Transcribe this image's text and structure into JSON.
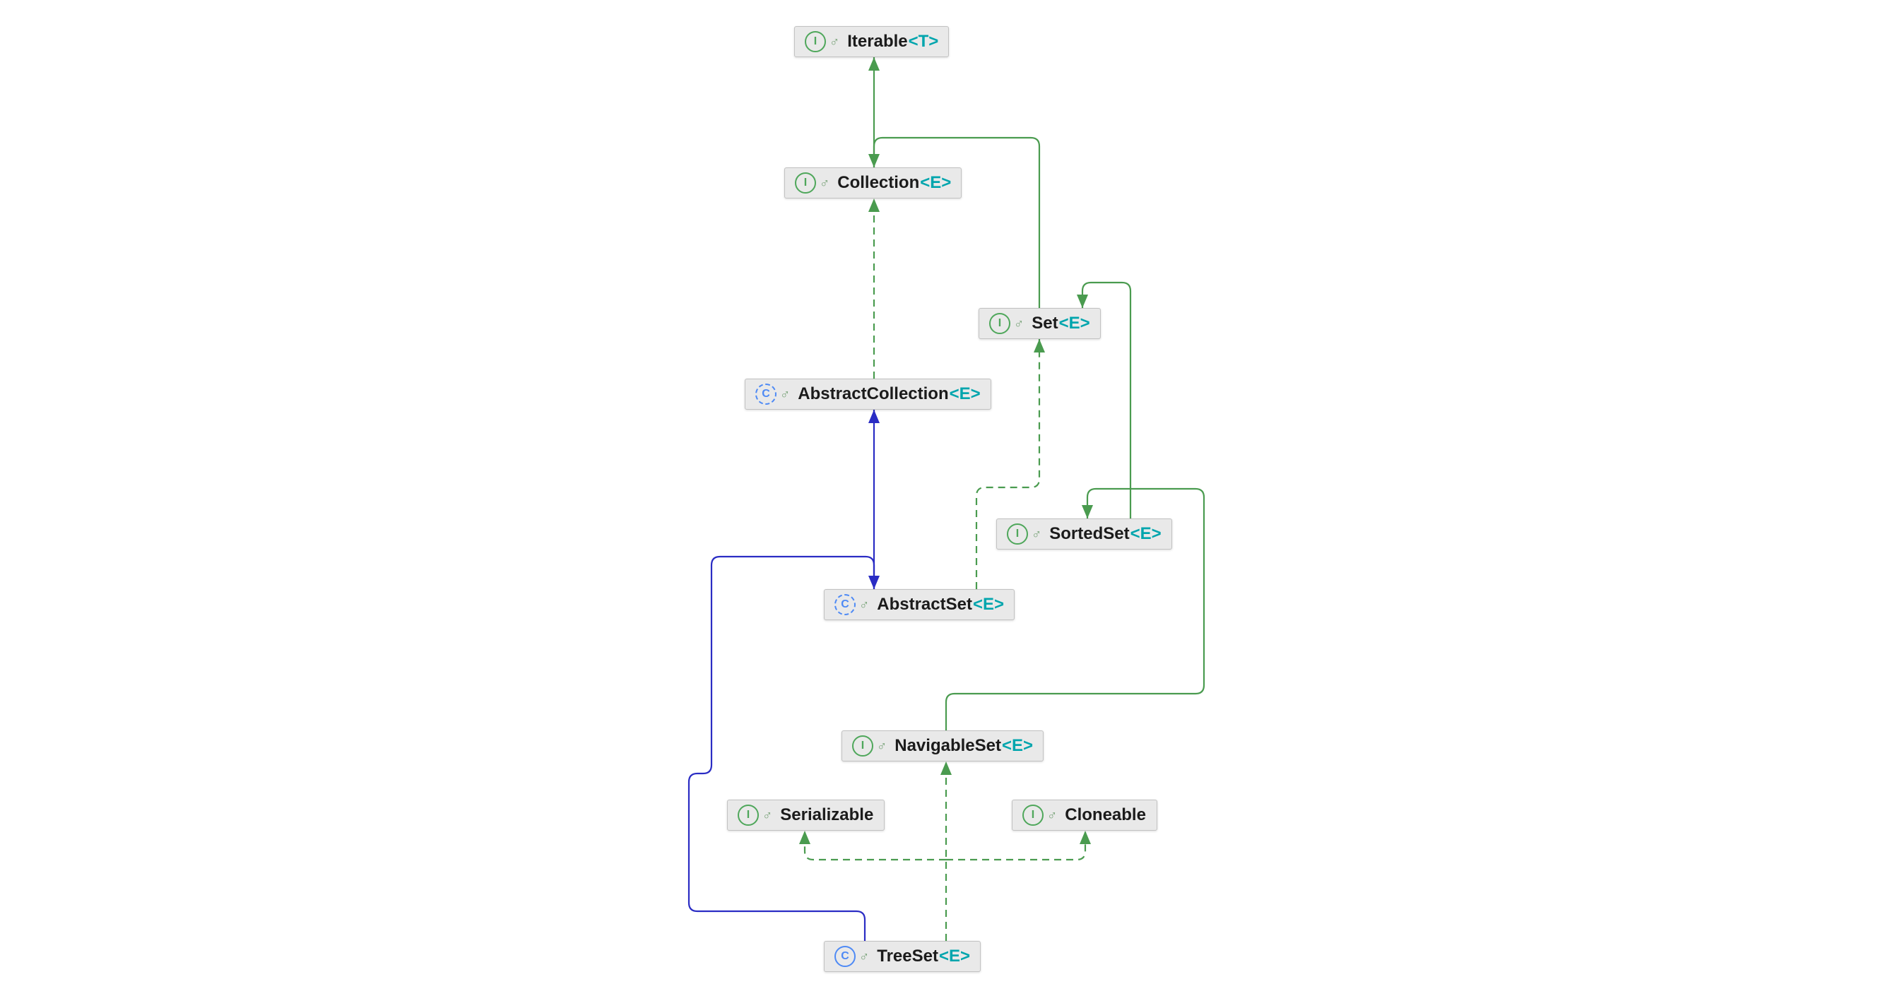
{
  "diagram": {
    "nodes": [
      {
        "id": "iterable",
        "label": "Iterable",
        "generic": "<T>",
        "kind": "interface"
      },
      {
        "id": "collection",
        "label": "Collection",
        "generic": "<E>",
        "kind": "interface"
      },
      {
        "id": "set",
        "label": "Set",
        "generic": "<E>",
        "kind": "interface"
      },
      {
        "id": "abstractcollection",
        "label": "AbstractCollection",
        "generic": "<E>",
        "kind": "abstract-class"
      },
      {
        "id": "sortedset",
        "label": "SortedSet",
        "generic": "<E>",
        "kind": "interface"
      },
      {
        "id": "abstractset",
        "label": "AbstractSet",
        "generic": "<E>",
        "kind": "abstract-class"
      },
      {
        "id": "navigableset",
        "label": "NavigableSet",
        "generic": "<E>",
        "kind": "interface"
      },
      {
        "id": "serializable",
        "label": "Serializable",
        "generic": "",
        "kind": "interface"
      },
      {
        "id": "cloneable",
        "label": "Cloneable",
        "generic": "",
        "kind": "interface"
      },
      {
        "id": "treeset",
        "label": "TreeSet",
        "generic": "<E>",
        "kind": "class"
      }
    ],
    "edges": [
      {
        "from": "collection",
        "to": "iterable",
        "relation": "extends",
        "line": "solid",
        "color": "green"
      },
      {
        "from": "set",
        "to": "collection",
        "relation": "extends",
        "line": "solid",
        "color": "green"
      },
      {
        "from": "abstractcollection",
        "to": "collection",
        "relation": "implements",
        "line": "dashed",
        "color": "green"
      },
      {
        "from": "abstractset",
        "to": "abstractcollection",
        "relation": "extends",
        "line": "solid",
        "color": "blue"
      },
      {
        "from": "treeset",
        "to": "abstractset",
        "relation": "extends",
        "line": "solid",
        "color": "blue"
      },
      {
        "from": "abstractset",
        "to": "set",
        "relation": "implements",
        "line": "dashed",
        "color": "green"
      },
      {
        "from": "sortedset",
        "to": "set",
        "relation": "extends",
        "line": "solid",
        "color": "green"
      },
      {
        "from": "navigableset",
        "to": "sortedset",
        "relation": "extends",
        "line": "solid",
        "color": "green"
      },
      {
        "from": "treeset",
        "to": "navigableset",
        "relation": "implements",
        "line": "dashed",
        "color": "green"
      },
      {
        "from": "treeset",
        "to": "serializable",
        "relation": "implements",
        "line": "dashed",
        "color": "green"
      },
      {
        "from": "treeset",
        "to": "cloneable",
        "relation": "implements",
        "line": "dashed",
        "color": "green"
      }
    ],
    "icons": {
      "interface_glyph": "I",
      "class_glyph": "C",
      "modifier_glyph": "♂"
    },
    "colors": {
      "edge_green": "#4a9b4f",
      "edge_blue": "#2a2cc4",
      "interface_green": "#4fa75b",
      "class_blue": "#4e8af5",
      "generic_teal": "#00a5ad",
      "node_bg": "#e9e9e9",
      "node_border": "#c2c2c2"
    }
  }
}
